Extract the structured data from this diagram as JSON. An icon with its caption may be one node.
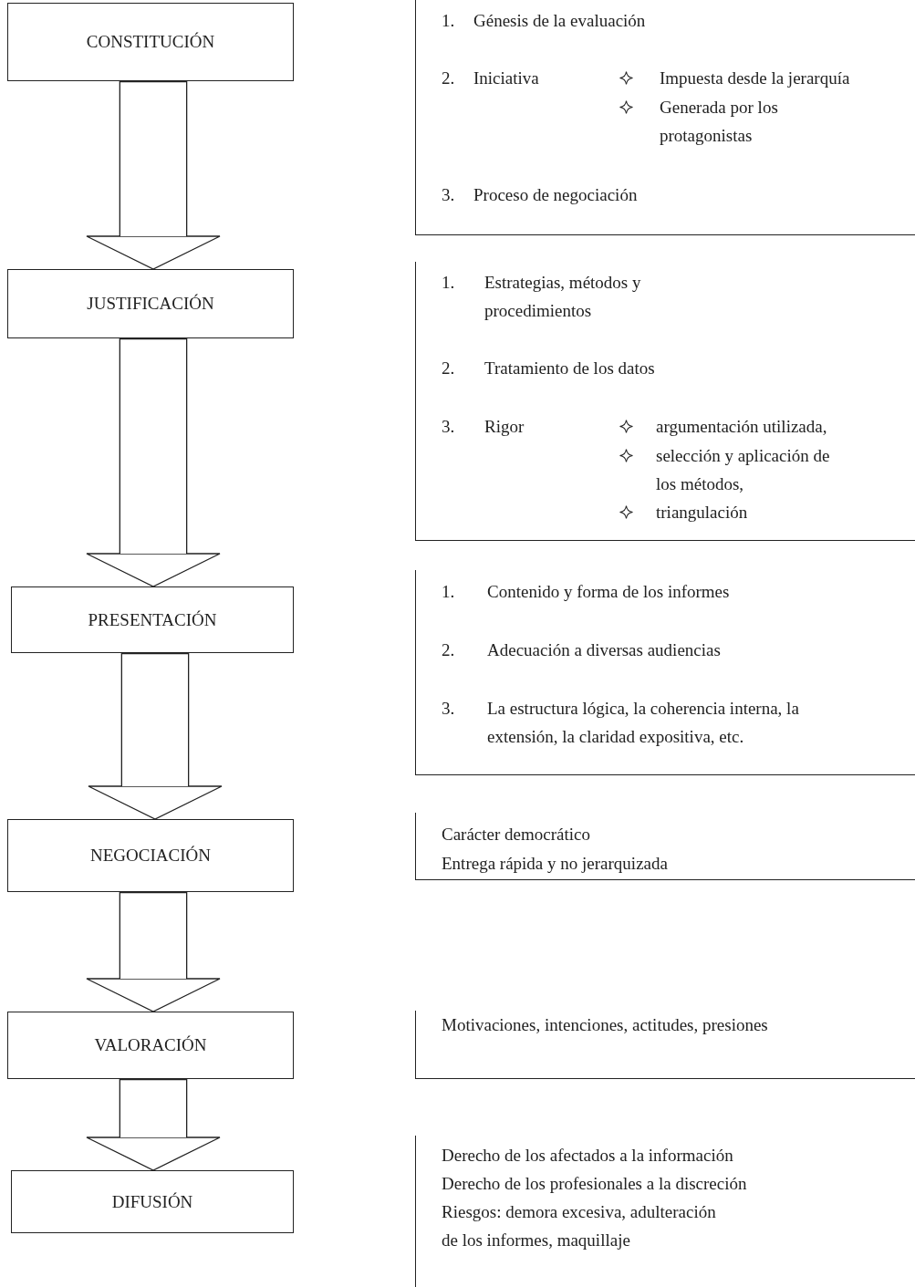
{
  "diagram": {
    "nodes": [
      {
        "text": [
          "CONSTITUCIÓN"
        ]
      },
      {
        "text": [
          "1.",
          "Génesis de la evaluación",
          "2.",
          "Iniciativa",
          "Impuesta desde la jerarquía",
          "Generada por los protagonistas",
          "3.",
          "Proceso de negociación"
        ]
      },
      {
        "text": [
          "JUSTIFICACIÓN"
        ]
      },
      {
        "text": [
          "1.",
          "Estrategias, métodos y procedimientos",
          "2.",
          "Tratamiento de los datos",
          "3.",
          "Rigor",
          "argumentación utilizada,",
          "selección y aplicación de los métodos,",
          "triangulación"
        ]
      },
      {
        "text": [
          "PRESENTACIÓN"
        ]
      },
      {
        "text": [
          "1.",
          "Contenido y forma de los informes",
          "2.",
          "Adecuación a diversas audiencias",
          "3.",
          "La estructura lógica, la coherencia interna, la extensión, la claridad expositiva, etc."
        ]
      },
      {
        "text": [
          "NEGOCIACIÓN"
        ]
      },
      {
        "text": [
          "Carácter democrático",
          "Entrega rápida y no jerarquizada"
        ]
      },
      {
        "text": [
          "VALORACIÓN"
        ]
      },
      {
        "text": [
          "Motivaciones, intenciones, actitudes, presiones"
        ]
      },
      {
        "text": [
          "DIFUSIÓN"
        ]
      },
      {
        "text": [
          "Derecho de los afectados a la información",
          "Derecho de los profesionales a la discreción",
          "Riesgos: demora excesiva, adulteración de los informes, maquillaje"
        ]
      }
    ],
    "edges": [
      {
        "from": 0,
        "to": 2,
        "arrow": "to"
      },
      {
        "from": 2,
        "to": 4,
        "arrow": "to"
      },
      {
        "from": 4,
        "to": 6,
        "arrow": "to"
      },
      {
        "from": 6,
        "to": 8,
        "arrow": "to"
      },
      {
        "from": 8,
        "to": 10,
        "arrow": "to"
      }
    ]
  }
}
